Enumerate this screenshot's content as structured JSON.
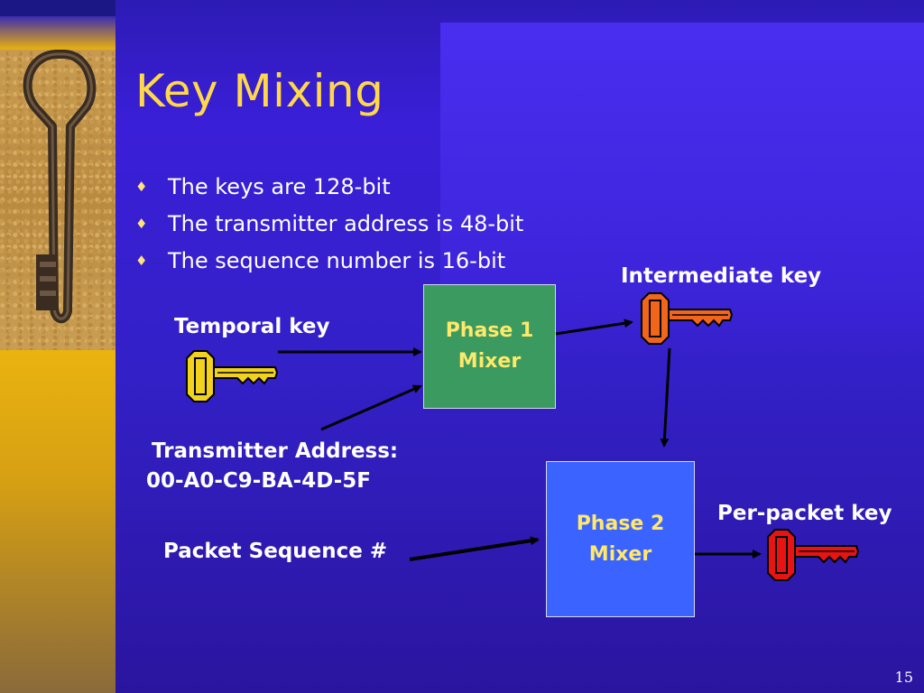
{
  "slide": {
    "title": "Key Mixing",
    "bullets": [
      "The keys are 128-bit",
      "The transmitter address is 48-bit",
      "The sequence number is 16-bit"
    ],
    "page_number": "15"
  },
  "diagram": {
    "labels": {
      "temporal_key": "Temporal key",
      "intermediate_key": "Intermediate key",
      "transmitter_address_title": "Transmitter Address:",
      "transmitter_address_value": "00-A0-C9-BA-4D-5F",
      "packet_sequence": "Packet Sequence #",
      "per_packet_key": "Per-packet key"
    },
    "phase1": {
      "line1": "Phase 1",
      "line2": "Mixer"
    },
    "phase2": {
      "line1": "Phase 2",
      "line2": "Mixer"
    },
    "icons": [
      "temporal-key-icon",
      "intermediate-key-icon",
      "per-packet-key-icon"
    ]
  },
  "colors": {
    "background": "#3520c8",
    "title": "#ffd84a",
    "phase1_fill": "#3a9a5f",
    "phase2_fill": "#3b63ff",
    "temporal_key": "#f2d21c",
    "intermediate_key": "#f4651c",
    "per_packet_key": "#e81414"
  }
}
